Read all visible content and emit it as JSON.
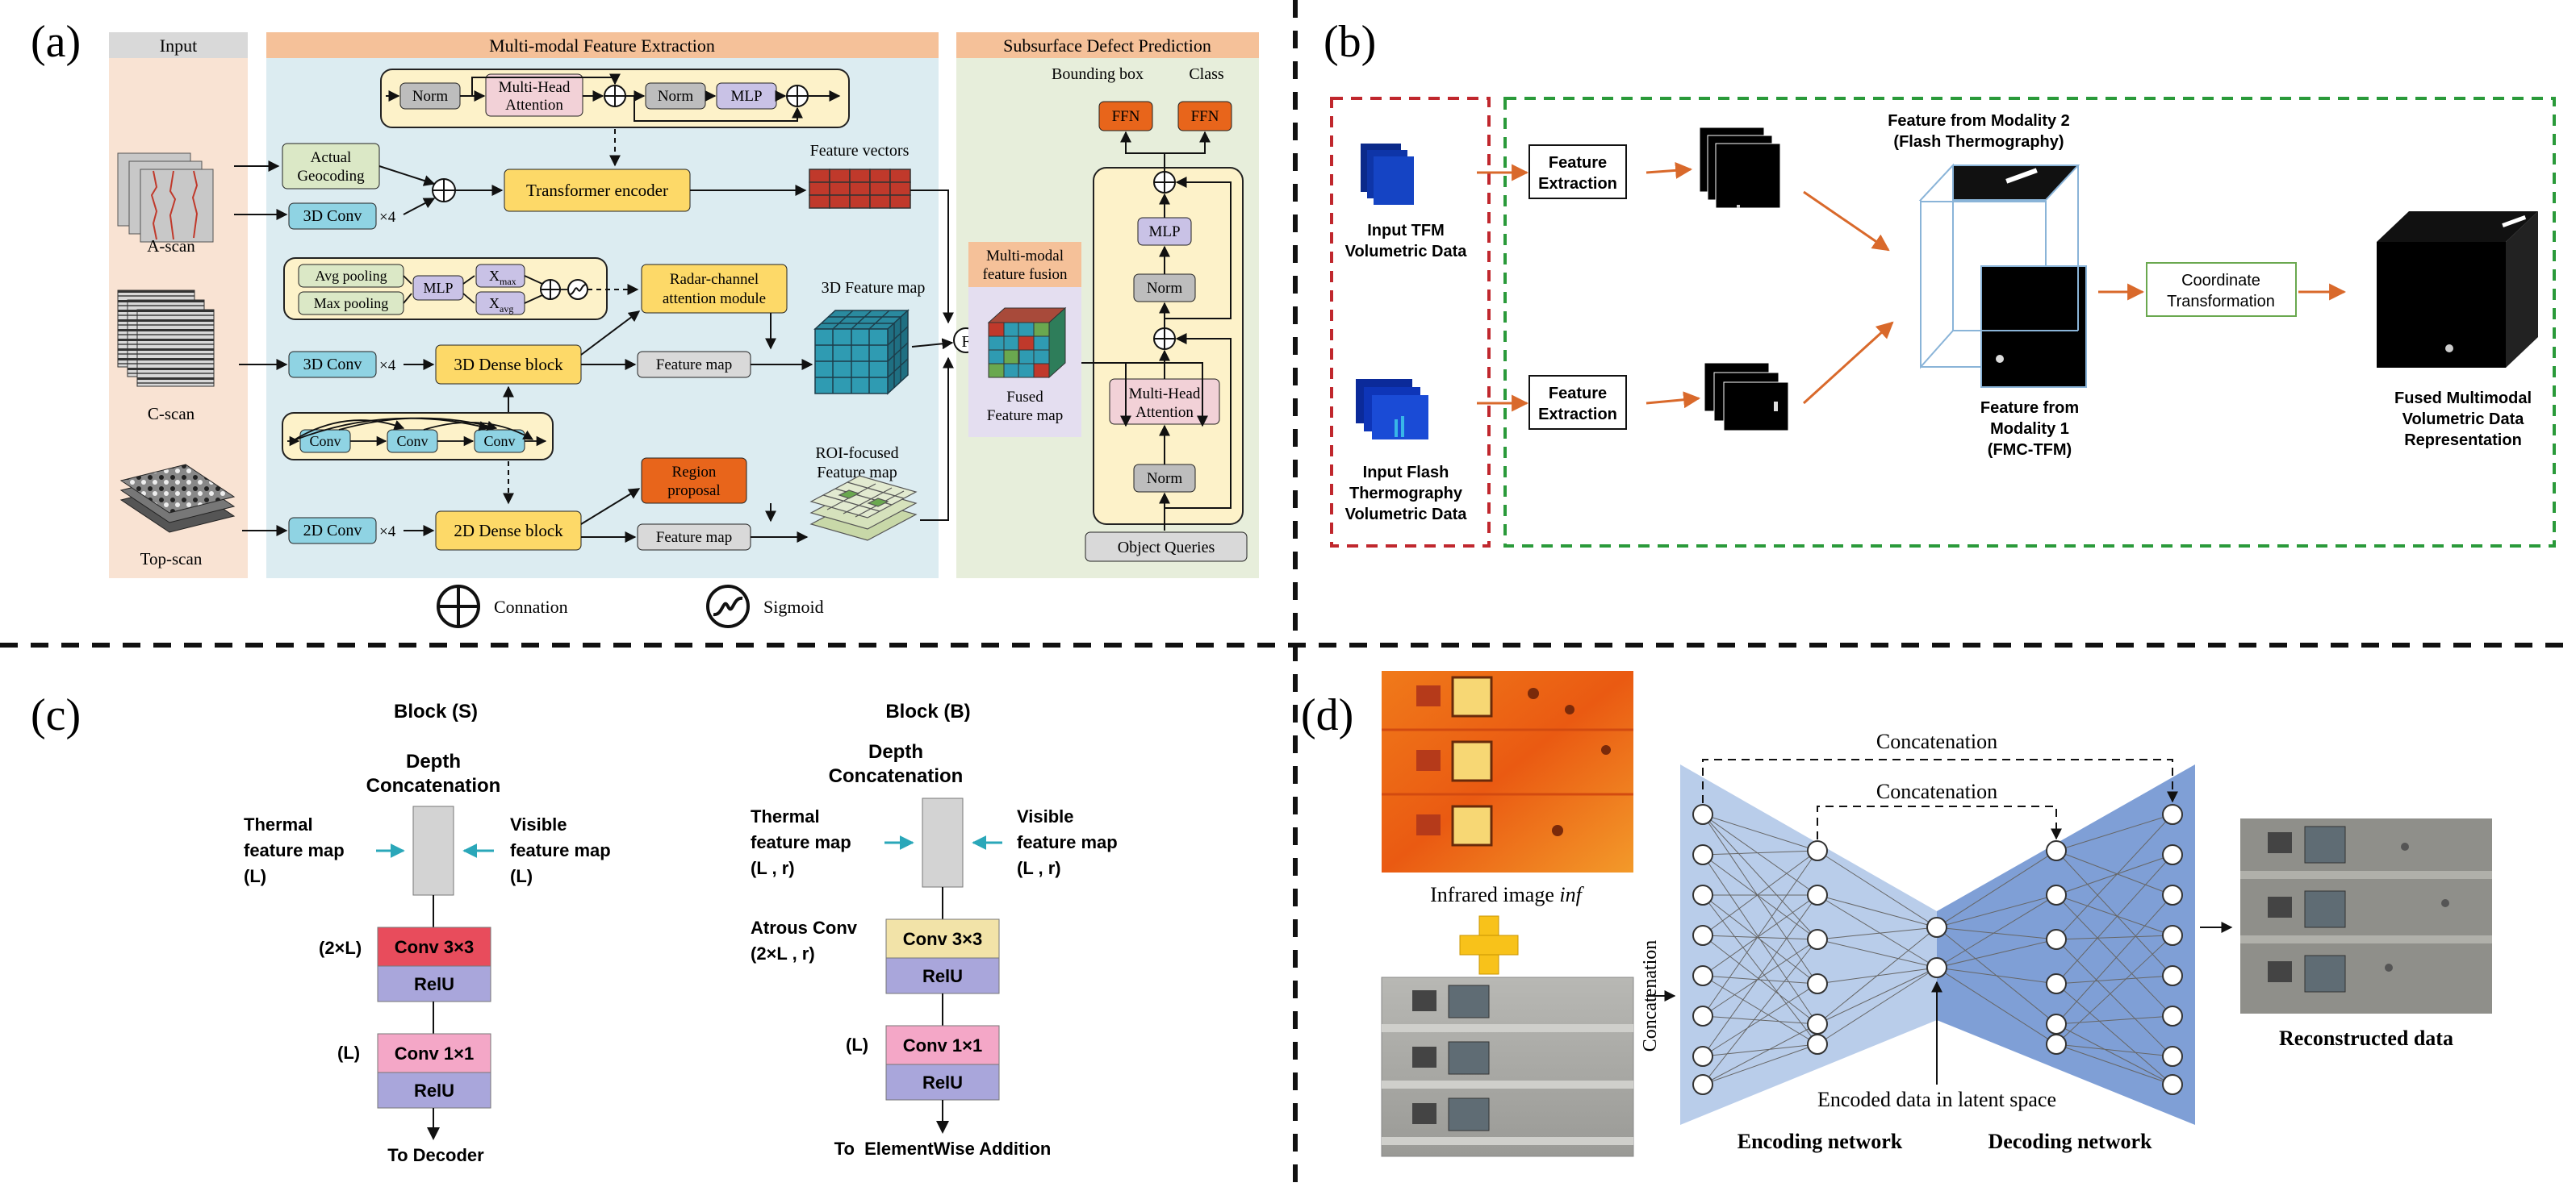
{
  "panel_a": {
    "letter": "(a)",
    "header_input": "Input",
    "header_extraction": "Multi-modal Feature Extraction",
    "header_prediction": "Subsurface Defect Prediction",
    "a_scan": "A-scan",
    "c_scan": "C-scan",
    "top_scan": "Top-scan",
    "actual_geocoding": [
      "Actual",
      "Geocoding"
    ],
    "conv3d_1": "3D Conv",
    "conv3d_2": "3D Conv",
    "conv2d": "2D Conv",
    "times4": "×4",
    "norm1": "Norm",
    "mha_top": [
      "Multi-Head",
      "Attention"
    ],
    "norm2": "Norm",
    "mlp_top": "MLP",
    "transformer_encoder": "Transformer encoder",
    "feature_vectors": "Feature vectors",
    "avg_pooling": "Avg pooling",
    "max_pooling": "Max pooling",
    "mlp_mid": "MLP",
    "xmax": "X",
    "xmax_sub": "max",
    "xavg": "X",
    "xavg_sub": "avg",
    "radar_attention": [
      "Radar-channel",
      "attention module"
    ],
    "feature_map_3d": "3D Feature map",
    "dense3d": "3D Dense block",
    "dense2d": "2D Dense block",
    "feature_map_1": "Feature map",
    "feature_map_2": "Feature map",
    "conv_a": "Conv",
    "conv_b": "Conv",
    "conv_c": "Conv",
    "region_proposal": [
      "Region",
      "proposal"
    ],
    "roi_map": [
      "ROI-focused",
      "Feature map"
    ],
    "fusion_label": [
      "Multi-modal",
      "feature fusion"
    ],
    "fused_map": [
      "Fused",
      "Feature map"
    ],
    "f_symbol": "F",
    "bbox_label": "Bounding box",
    "class_label": "Class",
    "ffn1": "FFN",
    "ffn2": "FFN",
    "mlp_dec": "MLP",
    "norm_dec1": "Norm",
    "mha_dec": [
      "Multi-Head",
      "Attention"
    ],
    "norm_dec2": "Norm",
    "object_queries": "Object Queries",
    "legend_concat": "Connation",
    "legend_sigmoid": "Sigmoid"
  },
  "panel_b": {
    "letter": "(b)",
    "input_tfm": [
      "Input TFM",
      "Volumetric Data"
    ],
    "input_flash": [
      "Input Flash",
      "Thermography",
      "Volumetric Data"
    ],
    "feat_extract_1": [
      "Feature",
      "Extraction"
    ],
    "feat_extract_2": [
      "Feature",
      "Extraction"
    ],
    "feat_mod2": [
      "Feature from Modality 2",
      "(Flash Thermography)"
    ],
    "feat_mod1": [
      "Feature from",
      "Modality 1",
      "(FMC-TFM)"
    ],
    "coord_transform": [
      "Coordinate",
      "Transformation"
    ],
    "fused": [
      "Fused Multimodal",
      "Volumetric Data",
      "Representation"
    ]
  },
  "panel_c": {
    "letter": "(c)",
    "block_s": "Block (S)",
    "block_b": "Block (B)",
    "depth_concat_s": [
      "Depth",
      "Concatenation"
    ],
    "depth_concat_b": [
      "Depth",
      "Concatenation"
    ],
    "thermal_s": [
      "Thermal",
      "feature map",
      "(L)"
    ],
    "visible_s": [
      "Visible",
      "feature map",
      "(L)"
    ],
    "thermal_b": [
      "Thermal",
      "feature map",
      "(L , r)"
    ],
    "visible_b": [
      "Visible",
      "feature map",
      "(L , r)"
    ],
    "twoL_s": "(2×L)",
    "conv33_s": "Conv 3×3",
    "relu_s1": "RelU",
    "L_s": "(L)",
    "conv11_s": "Conv 1×1",
    "relu_s2": "RelU",
    "to_decoder": "To Decoder",
    "atrous": [
      "Atrous Conv",
      "(2×L , r)"
    ],
    "conv33_b": "Conv 3×3",
    "relu_b1": "RelU",
    "L_b": "(L)",
    "conv11_b": "Conv 1×1",
    "relu_b2": "RelU",
    "to_addition": "To  ElementWise Addition"
  },
  "panel_d": {
    "letter": "(d)",
    "infrared_label": "Infrared image",
    "infrared_italic": "inf",
    "concat_vertical": "Concatenation",
    "concat_outer": "Concatenation",
    "concat_inner": "Concatenation",
    "encoded_label": "Encoded data in latent space",
    "encoding": "Encoding network",
    "decoding": "Decoding network",
    "reconstructed": "Reconstructed data"
  },
  "colors": {
    "input_bg": "#f9e3d3",
    "extraction_bg": "#dcecf1",
    "prediction_bg": "#e7eedb",
    "header_orange": "#f5c199",
    "header_gray": "#d9d9d9",
    "yellow_box": "#fdd968",
    "blue_box": "#8fd3e3",
    "green_box": "#dbe8c6",
    "orange_box": "#e8651b",
    "purple_box": "#c9c2e6",
    "pink_box": "#f2d1d7",
    "gray_box": "#d9d9d9",
    "red_conv": "#e84c5c",
    "pink_conv": "#f4a7c7",
    "lavender_relu": "#a9a6db",
    "tan_conv": "#f2e3a8",
    "arrow_orange": "#d9692b",
    "red_dash": "#c0272d",
    "green_dash": "#2a9a3a",
    "encoder_blue": "#b9cdea",
    "decoder_blue": "#7f9fd6"
  }
}
